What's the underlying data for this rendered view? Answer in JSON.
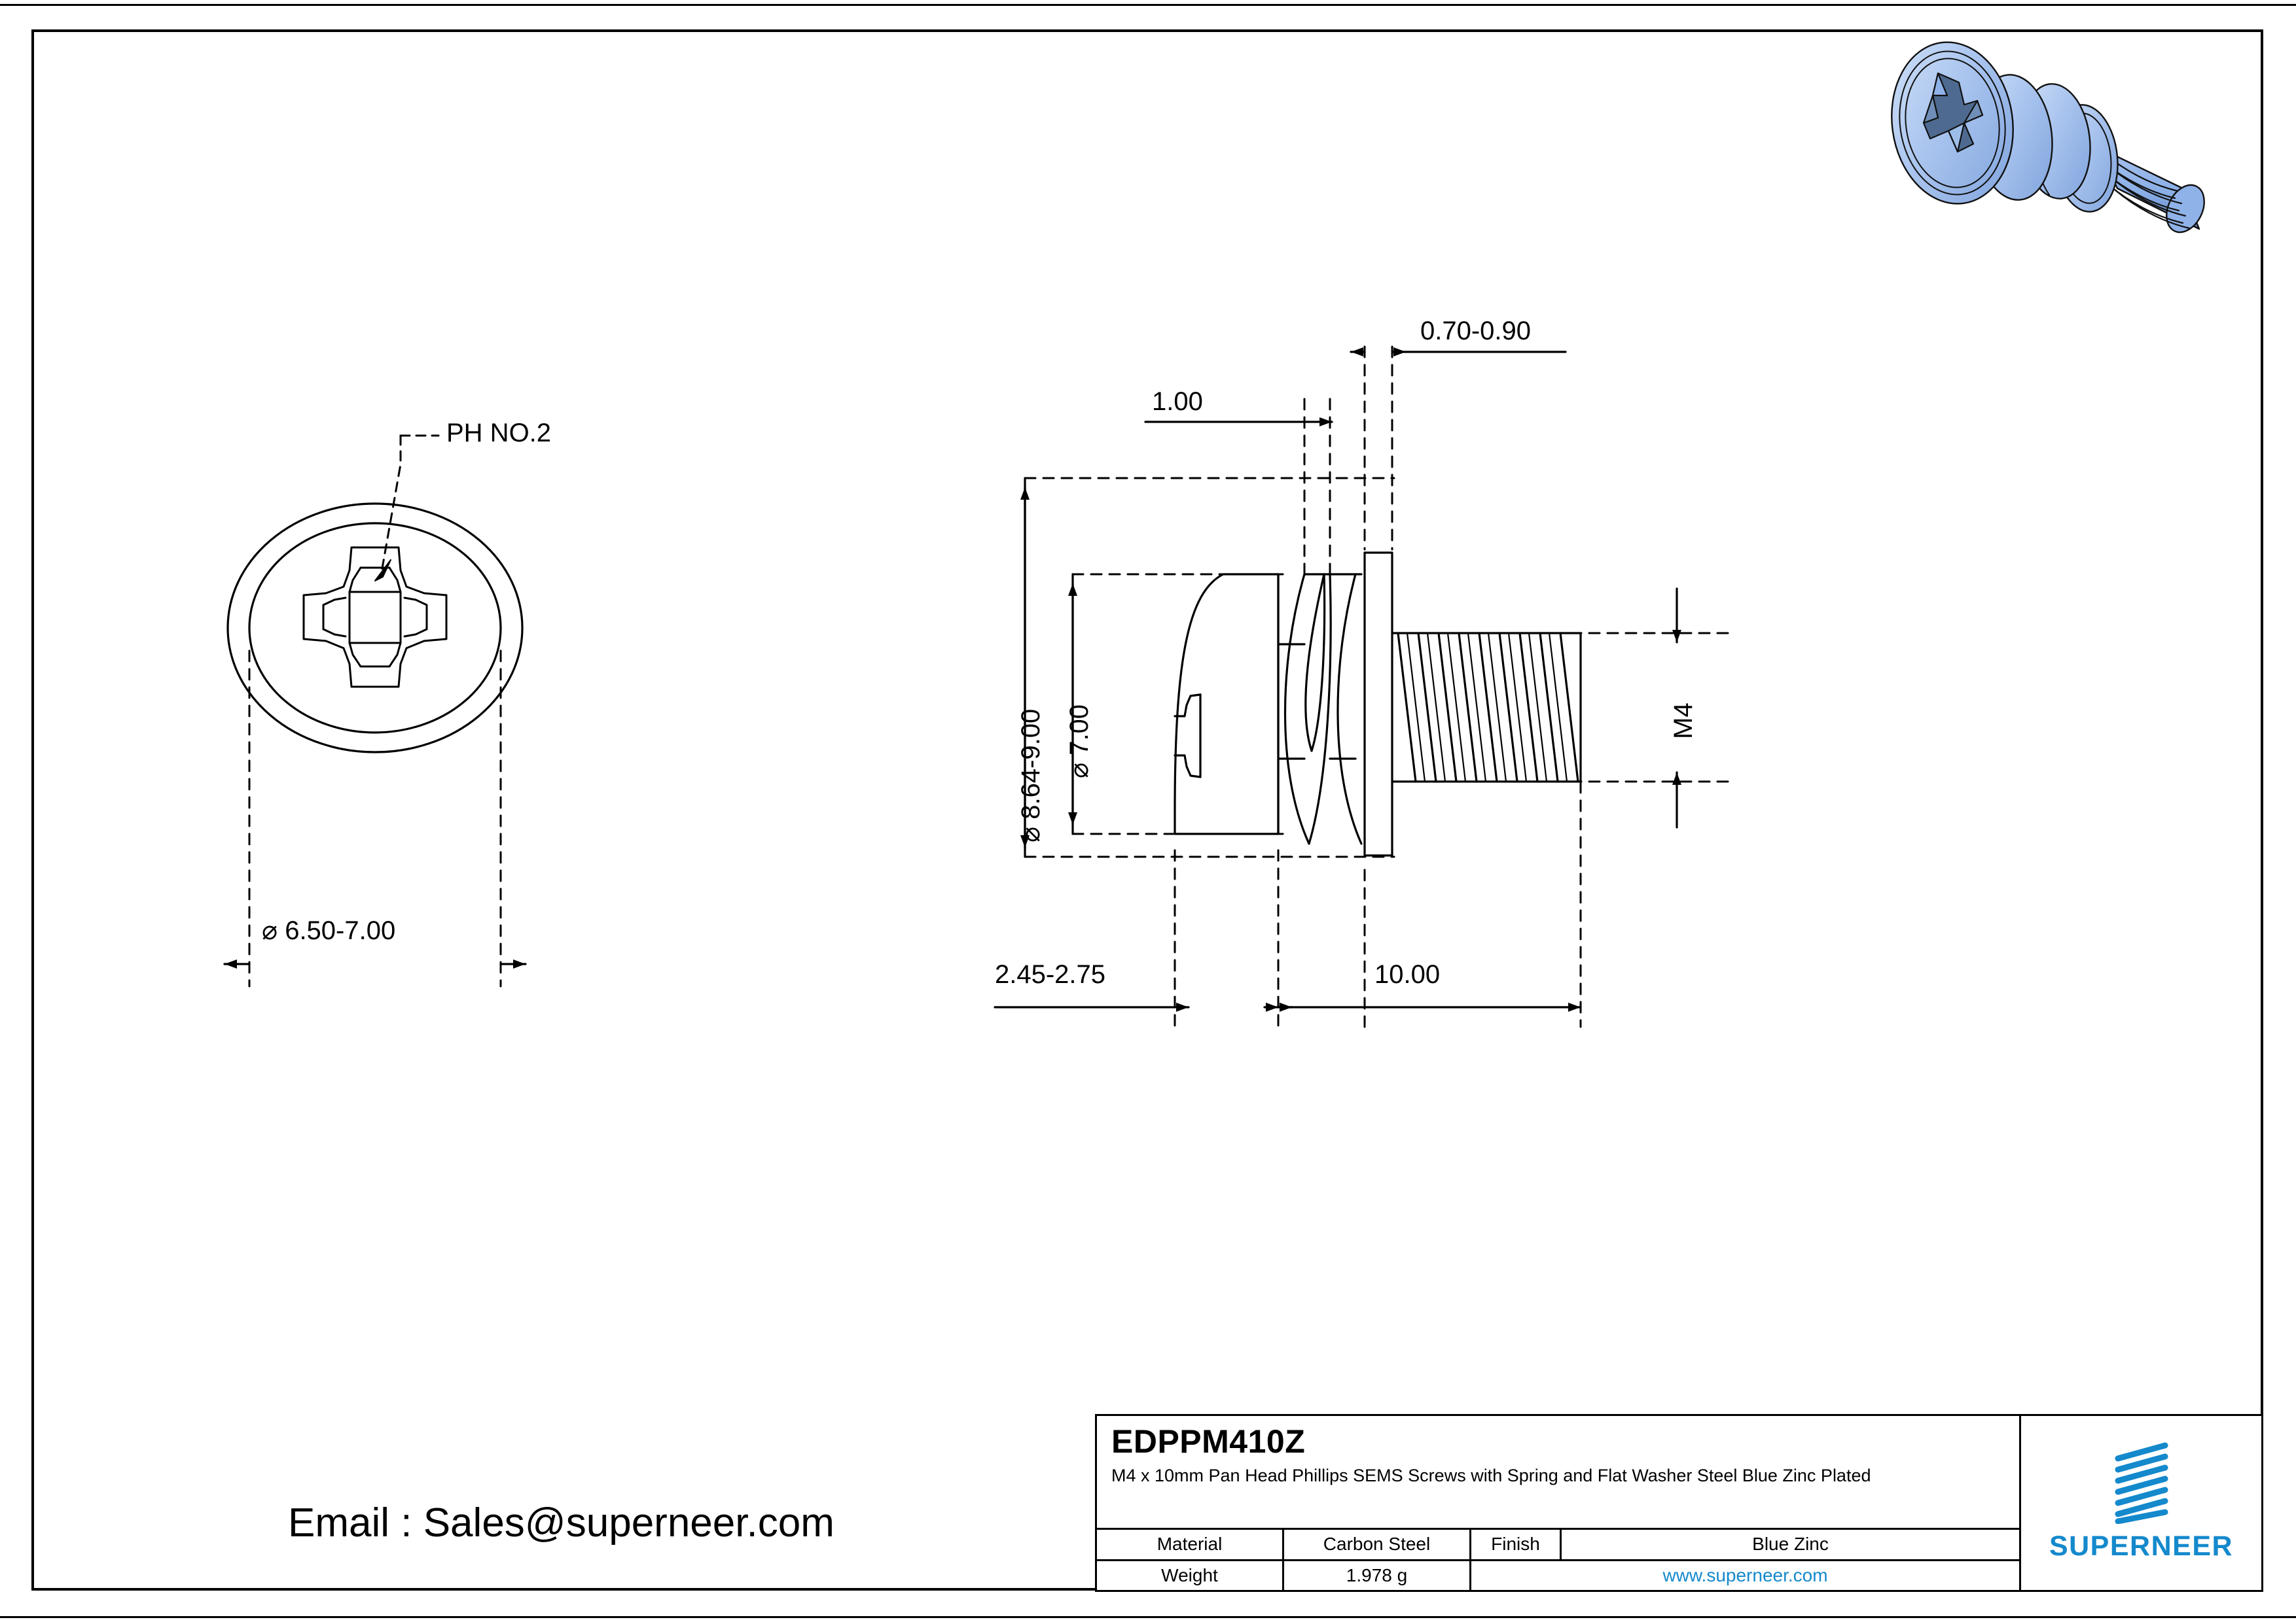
{
  "drawing": {
    "front_view": {
      "callout": "PH NO.2",
      "diameter_dim": "⌀ 6.50-7.00"
    },
    "side_view": {
      "dim_washer_thickness": "0.70-0.90",
      "dim_spring_washer": "1.00",
      "dim_outer_diameter": "⌀ 8.64-9.00",
      "dim_head_diameter": "⌀ 7.00",
      "dim_thread_size": "M4",
      "dim_head_height": "2.45-2.75",
      "dim_thread_length": "10.00"
    }
  },
  "email": {
    "label": "Email : Sales@superneer.com"
  },
  "title_block": {
    "part_code": "EDPPM410Z",
    "description": "M4 x 10mm Pan Head Phillips SEMS Screws with Spring and Flat Washer Steel Blue Zinc Plated",
    "material_label": "Material",
    "material_value": "Carbon Steel",
    "finish_label": "Finish",
    "finish_value": "Blue Zinc",
    "weight_label": "Weight",
    "weight_value": "1.978 g",
    "website": "www.superneer.com",
    "brand": "SUPERNEER"
  },
  "colors": {
    "brand_blue": "#1489cc",
    "line_black": "#000000",
    "render_blue_light": "#b6cdf0",
    "render_blue_mid": "#8fb2e8",
    "render_blue_dark": "#5d86c9",
    "render_recess_dark": "#4a6285"
  }
}
